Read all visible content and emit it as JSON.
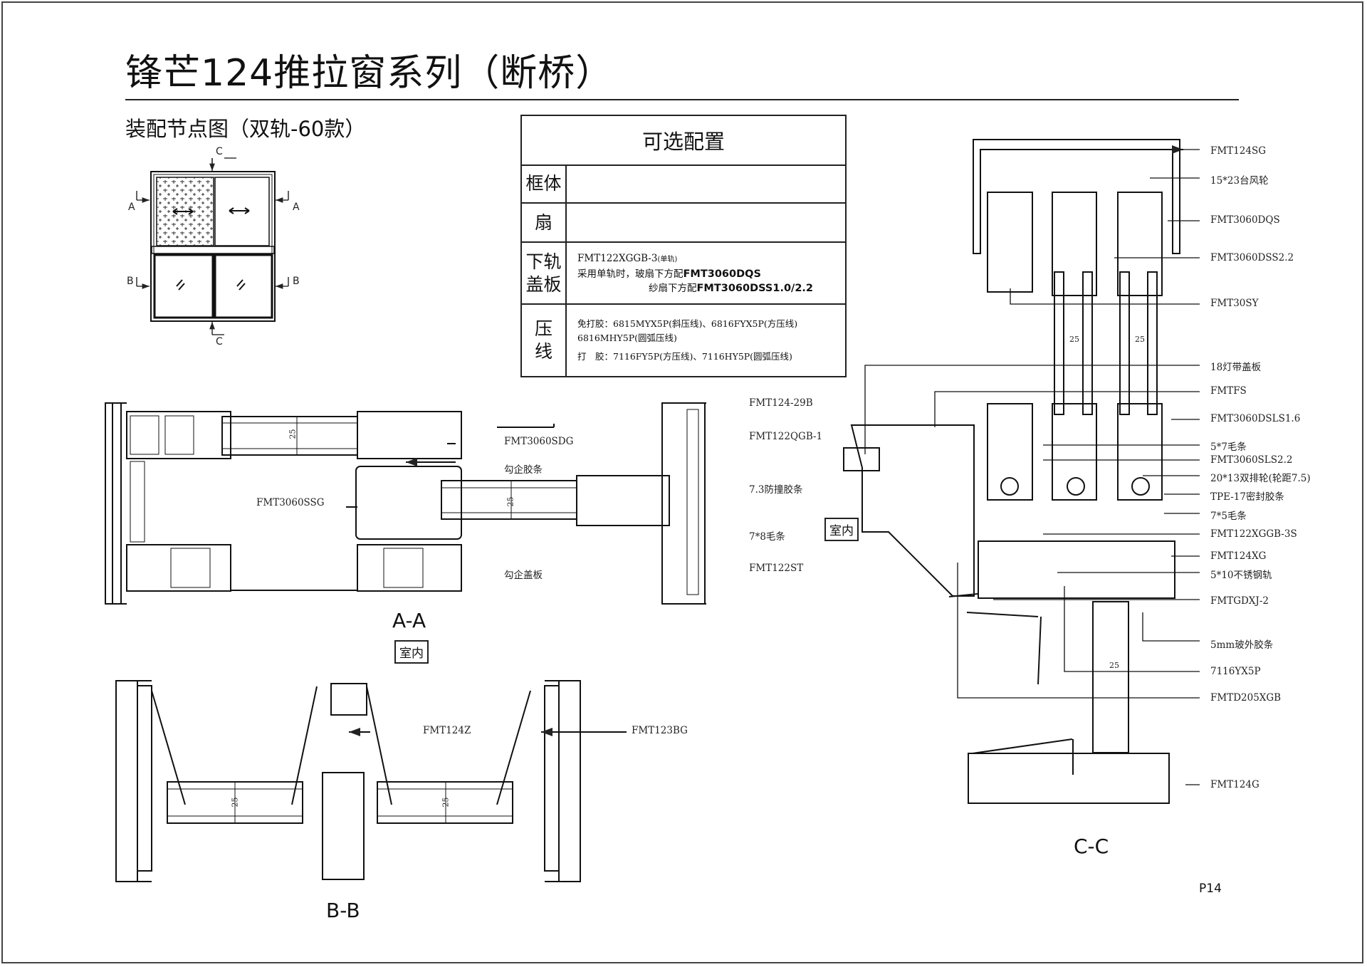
{
  "page": {
    "title": "锋芒124推拉窗系列（断桥）",
    "subtitle": "装配节点图（双轨-60款）",
    "page_number": "P14"
  },
  "config_table": {
    "header": "可选配置",
    "rows": [
      {
        "label": "框体",
        "lines": []
      },
      {
        "label": "扇",
        "lines": []
      },
      {
        "label": "下轨\n盖板",
        "lines": [
          {
            "text": "FMT122XGGB-3",
            "note": "(单轨)"
          },
          {
            "prefix": "采用单轨时，玻扇下方配",
            "bold": "FMT3060DQS"
          },
          {
            "prefix": "纱扇下方配",
            "bold": "FMT3060DSS1.0/2.2"
          }
        ]
      },
      {
        "label": "压\n线",
        "lines": [
          {
            "text": "免打胶：6815MYX5P(斜压线)、6816FYX5P(方压线)"
          },
          {
            "text": "6816MHY5P(圆弧压线)"
          },
          {
            "text": "打　胶：7116FY5P(方压线)、7116HY5P(圆弧压线)"
          }
        ]
      }
    ]
  },
  "thumbnail": {
    "section_marks": [
      "A",
      "A",
      "B",
      "B",
      "C",
      "C"
    ]
  },
  "sections": {
    "aa": {
      "name": "A-A",
      "room_label": "室内",
      "glass_dim": "25",
      "callouts": [
        "FMT3060SDG",
        "勾企胶条",
        "FMT3060SSG",
        "勾企盖板",
        "FMT124-29B",
        "FMT122QGB-1",
        "7.3防撞胶条",
        "7*8毛条",
        "FMT122ST"
      ]
    },
    "bb": {
      "name": "B-B",
      "glass_dim": "25",
      "callouts": [
        "FMT124Z",
        "FMT123BG"
      ]
    },
    "cc": {
      "name": "C-C",
      "room_label": "室内",
      "glass_dim": "25",
      "callouts": [
        "FMT124SG",
        "15*23台风轮",
        "FMT3060DQS",
        "FMT3060DSS2.2",
        "FMT30SY",
        "18灯带盖板",
        "FMTFS",
        "FMT3060DSLS1.6",
        "5*7毛条",
        "FMT3060SLS2.2",
        "20*13双排轮(轮距7.5)",
        "TPE-17密封胶条",
        "7*5毛条",
        "FMT122XGGB-3S",
        "FMT124XG",
        "5*10不锈钢轨",
        "FMTGDXJ-2",
        "5mm玻外胶条",
        "7116YX5P",
        "FMTD205XGB",
        "FMT124G"
      ]
    }
  }
}
